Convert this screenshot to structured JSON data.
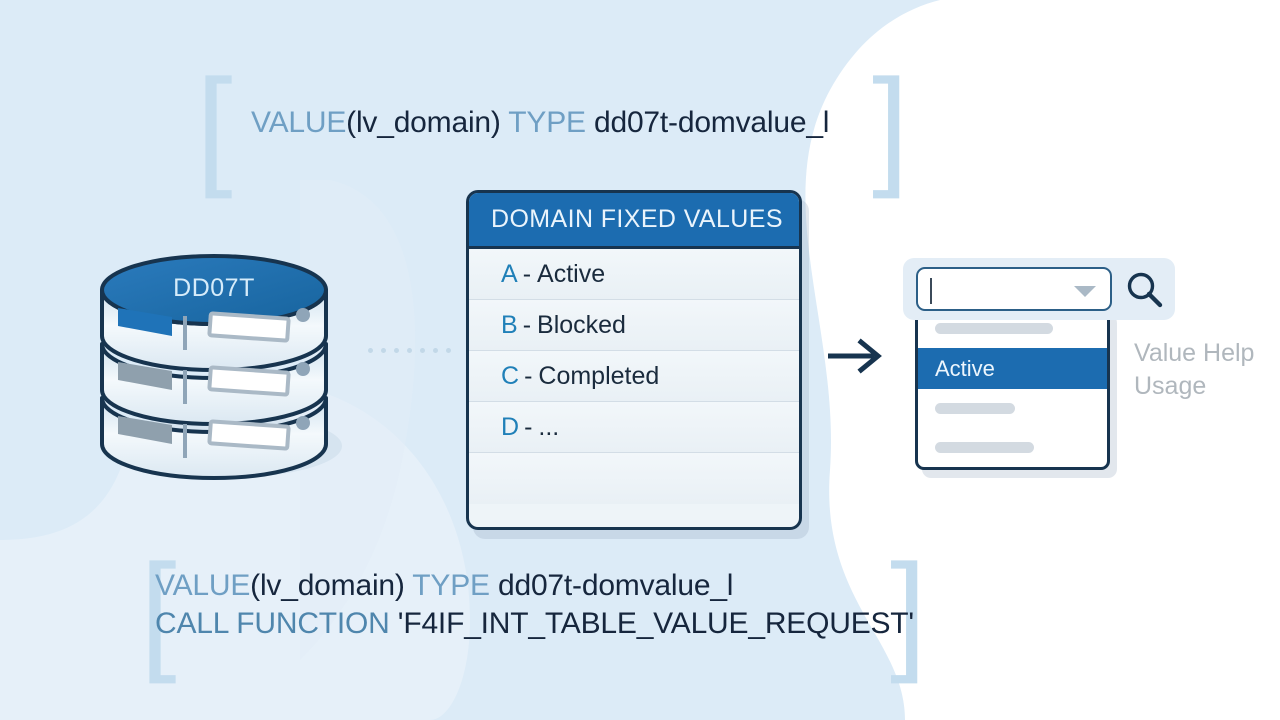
{
  "background": {
    "base_color": "#dcebf7",
    "panel_color": "#ffffff"
  },
  "code_top": {
    "bracket_left": "[",
    "bracket_right": "]",
    "lines": [
      [
        {
          "t": "VALUE",
          "style": "kw"
        },
        {
          "t": "(lv_domain) ",
          "style": "plain"
        },
        {
          "t": "TYPE",
          "style": "kw"
        },
        {
          "t": " dd07t-domvalue_l",
          "style": "plain"
        }
      ]
    ]
  },
  "code_bottom": {
    "bracket_left": "[",
    "bracket_right": "]",
    "lines": [
      [
        {
          "t": "VALUE",
          "style": "kw"
        },
        {
          "t": "(lv_domain) ",
          "style": "plain"
        },
        {
          "t": "TYPE",
          "style": "kw"
        },
        {
          "t": " dd07t-domvalue_l",
          "style": "plain"
        }
      ],
      [
        {
          "t": "CALL FUNCTION",
          "style": "kw2"
        },
        {
          "t": " 'F4IF_INT_TABLE_VALUE_REQUEST'",
          "style": "plain"
        }
      ]
    ]
  },
  "database": {
    "label": "DD07T",
    "top_color": "#1c6cb0",
    "outline_color": "#17344f",
    "tiers": 3
  },
  "connector": {
    "dot_count": 7,
    "dot_color": "#c2d8e8"
  },
  "panel": {
    "title": "DOMAIN FIXED VALUES",
    "header_color": "#1c6cb0",
    "border_color": "#17344f",
    "rows": [
      {
        "key": "A",
        "sep": "-",
        "label": "Active"
      },
      {
        "key": "B",
        "sep": "-",
        "label": "Blocked"
      },
      {
        "key": "C",
        "sep": "-",
        "label": "Completed"
      },
      {
        "key": "D",
        "sep": "-",
        "label": "..."
      }
    ]
  },
  "arrow": {
    "direction": "right",
    "color": "#17344f"
  },
  "value_help": {
    "input_value": "",
    "input_placeholder": "",
    "dropdown_icon": "chevron-down-icon",
    "search_icon": "search-icon",
    "list": [
      {
        "type": "placeholder",
        "width": 118
      },
      {
        "type": "option",
        "label": "Active",
        "selected": true
      },
      {
        "type": "placeholder",
        "width": 80
      },
      {
        "type": "placeholder",
        "width": 99
      }
    ],
    "selected_color": "#1c6cb0"
  },
  "caption": {
    "line1": "Value Help",
    "line2": "Usage",
    "color": "#b0b7bd"
  }
}
